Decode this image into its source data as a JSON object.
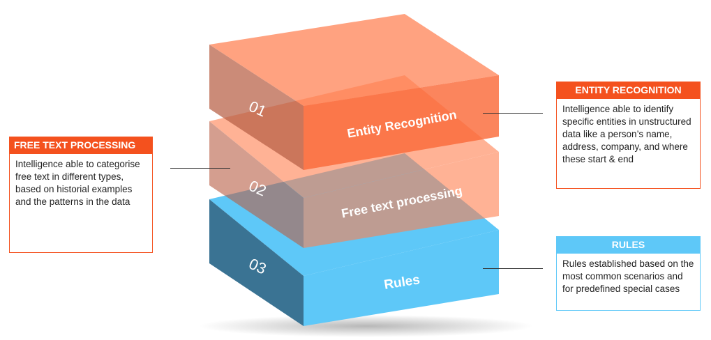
{
  "layers": [
    {
      "number": "01",
      "label": "Entity Recognition"
    },
    {
      "number": "02",
      "label": "Free text processing"
    },
    {
      "number": "03",
      "label": "Rules"
    }
  ],
  "callouts": {
    "free_text": {
      "title": "FREE TEXT PROCESSING",
      "text": "Intelligence able to categorise free text in different types, based on historial examples and the patterns in the data"
    },
    "entity": {
      "title": "ENTITY RECOGNITION",
      "text": "Intelligence able to identify specific entities in unstructured data like a person’s name, address, company, and where these start & end"
    },
    "rules": {
      "title": "RULES",
      "text": "Rules established based on the most common scenarios and for predefined special cases"
    }
  },
  "colors": {
    "orange_accent": "#f4511e",
    "orange_layer": "#ff7f50",
    "blue_layer": "#5ec8f8",
    "blue_dark": "#3a7393"
  }
}
